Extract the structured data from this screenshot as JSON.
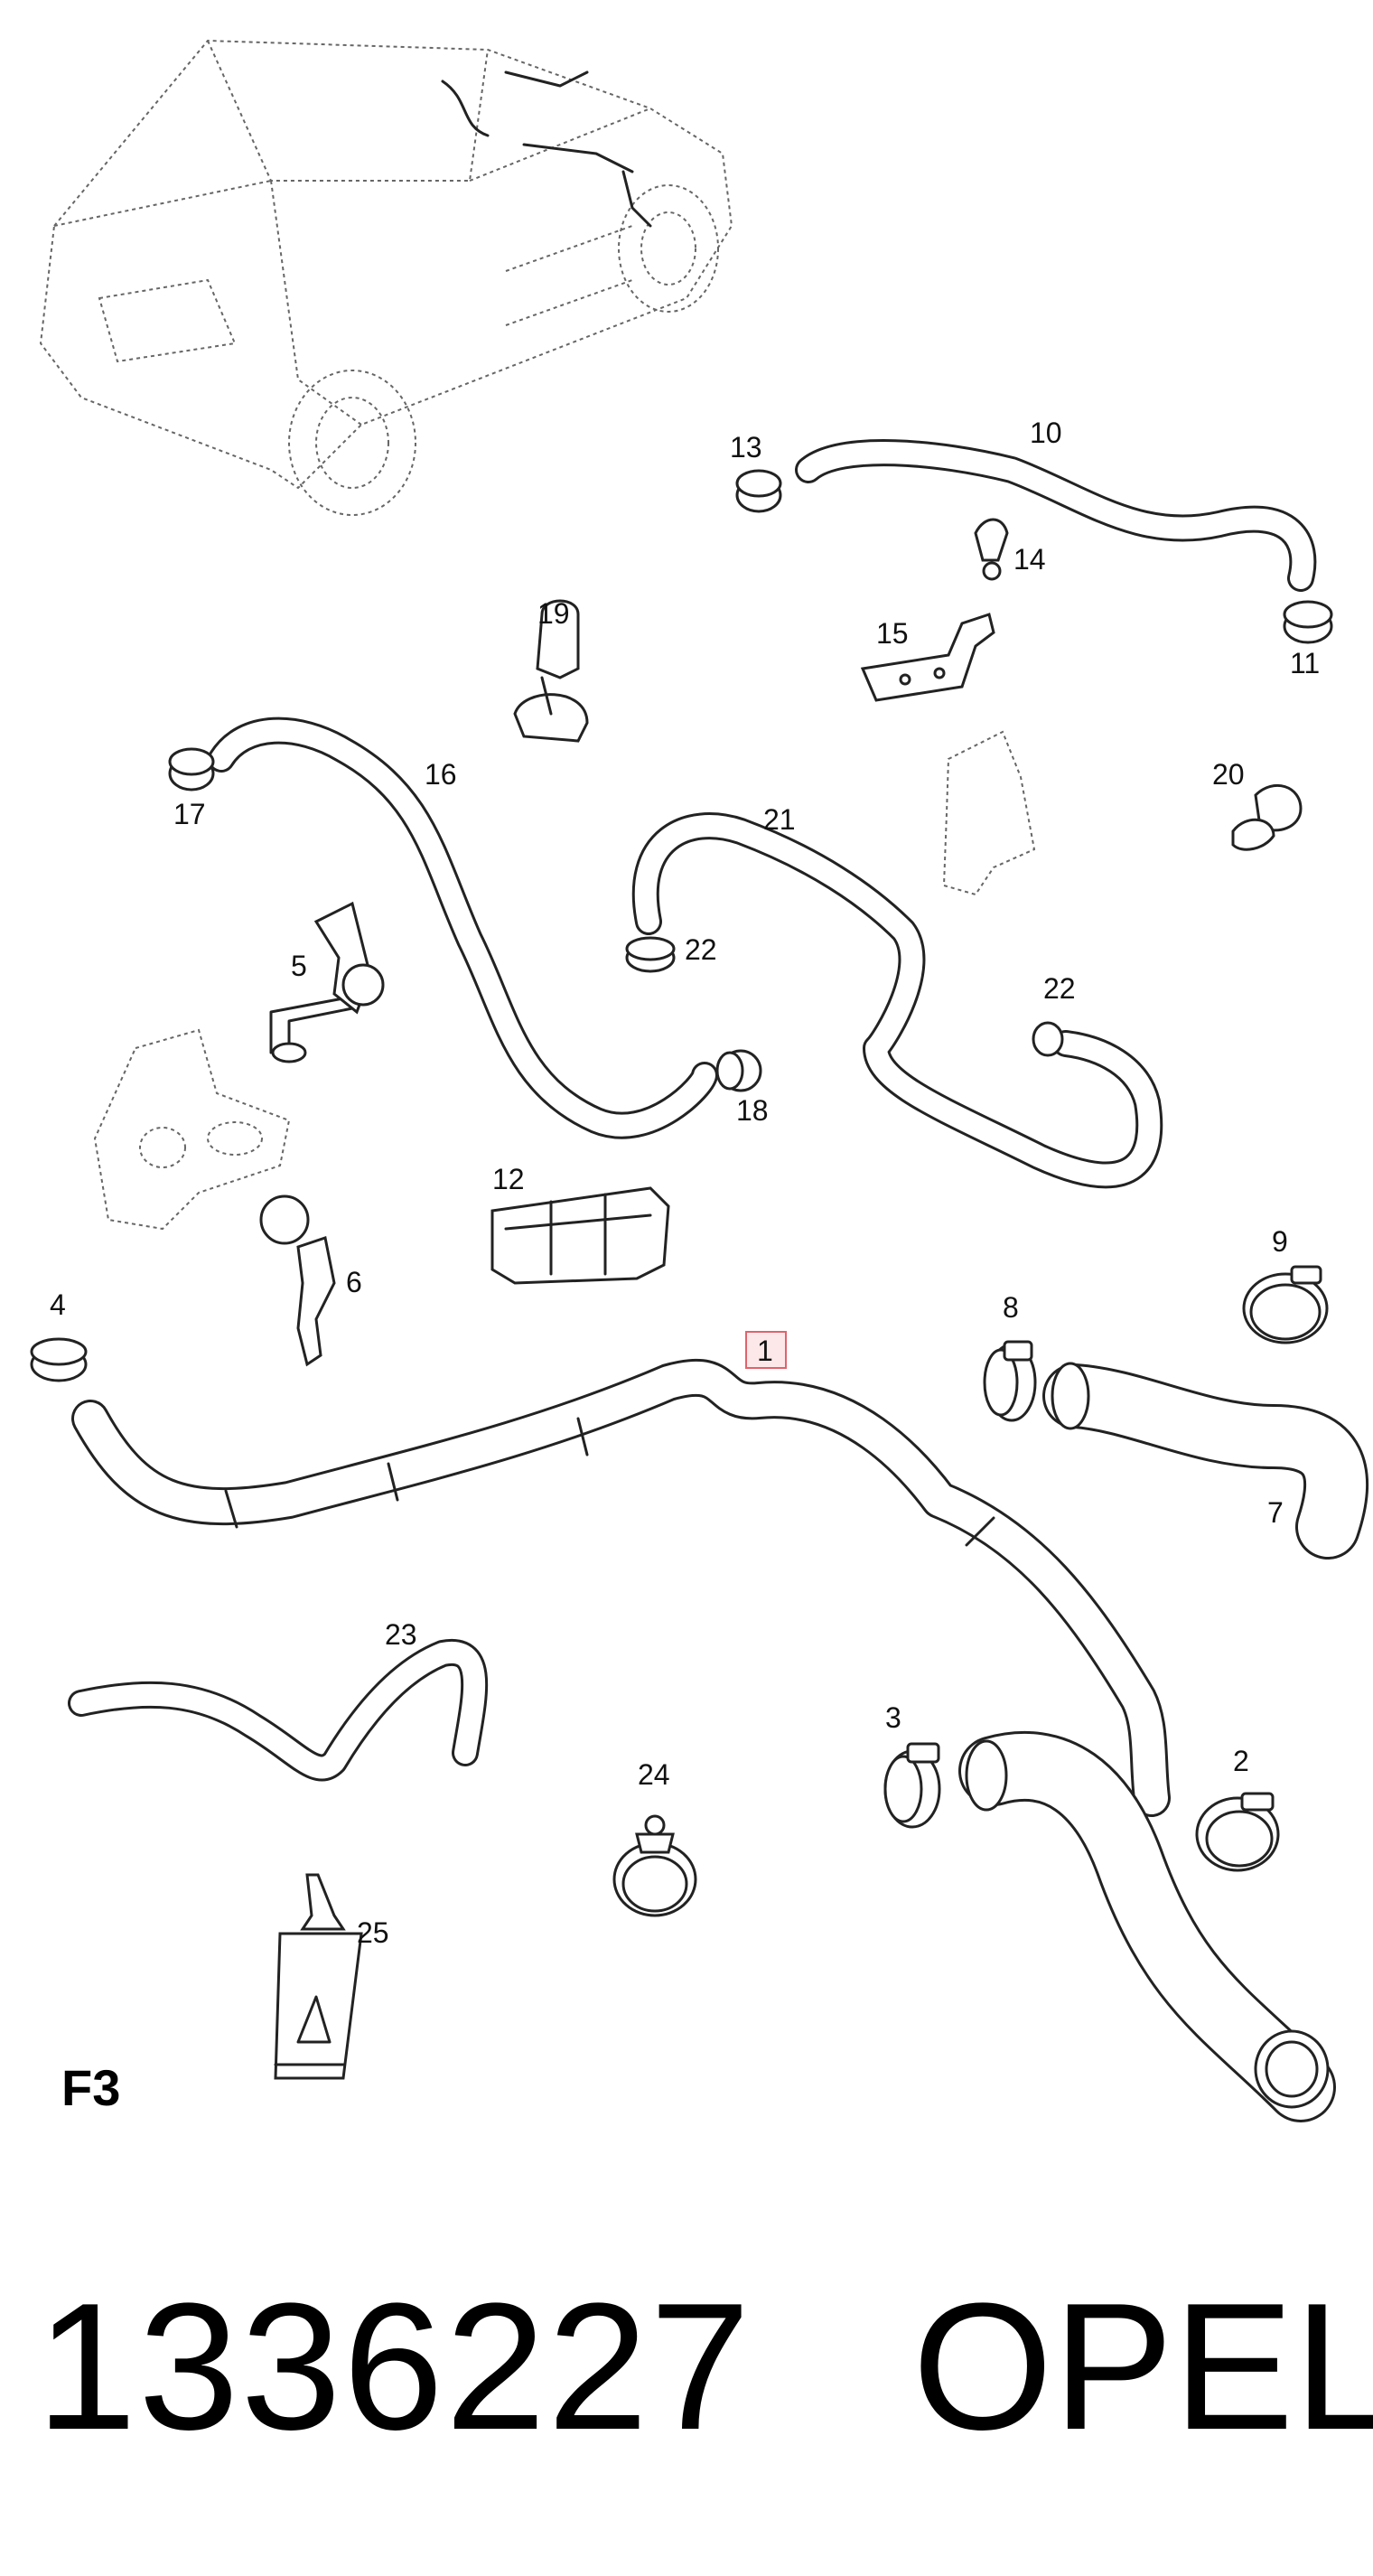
{
  "callouts": {
    "c1": "1",
    "c2": "2",
    "c3": "3",
    "c4": "4",
    "c5": "5",
    "c6": "6",
    "c7": "7",
    "c8": "8",
    "c9": "9",
    "c10": "10",
    "c11": "11",
    "c12": "12",
    "c13": "13",
    "c14": "14",
    "c15": "15",
    "c16": "16",
    "c17": "17",
    "c18": "18",
    "c19": "19",
    "c20": "20",
    "c21": "21",
    "c22a": "22",
    "c22b": "22",
    "c23": "23",
    "c24": "24",
    "c25": "25"
  },
  "section_code": "F3",
  "highlight_color": "#e0636b",
  "part_number": "1336227",
  "brand": "OPEL"
}
